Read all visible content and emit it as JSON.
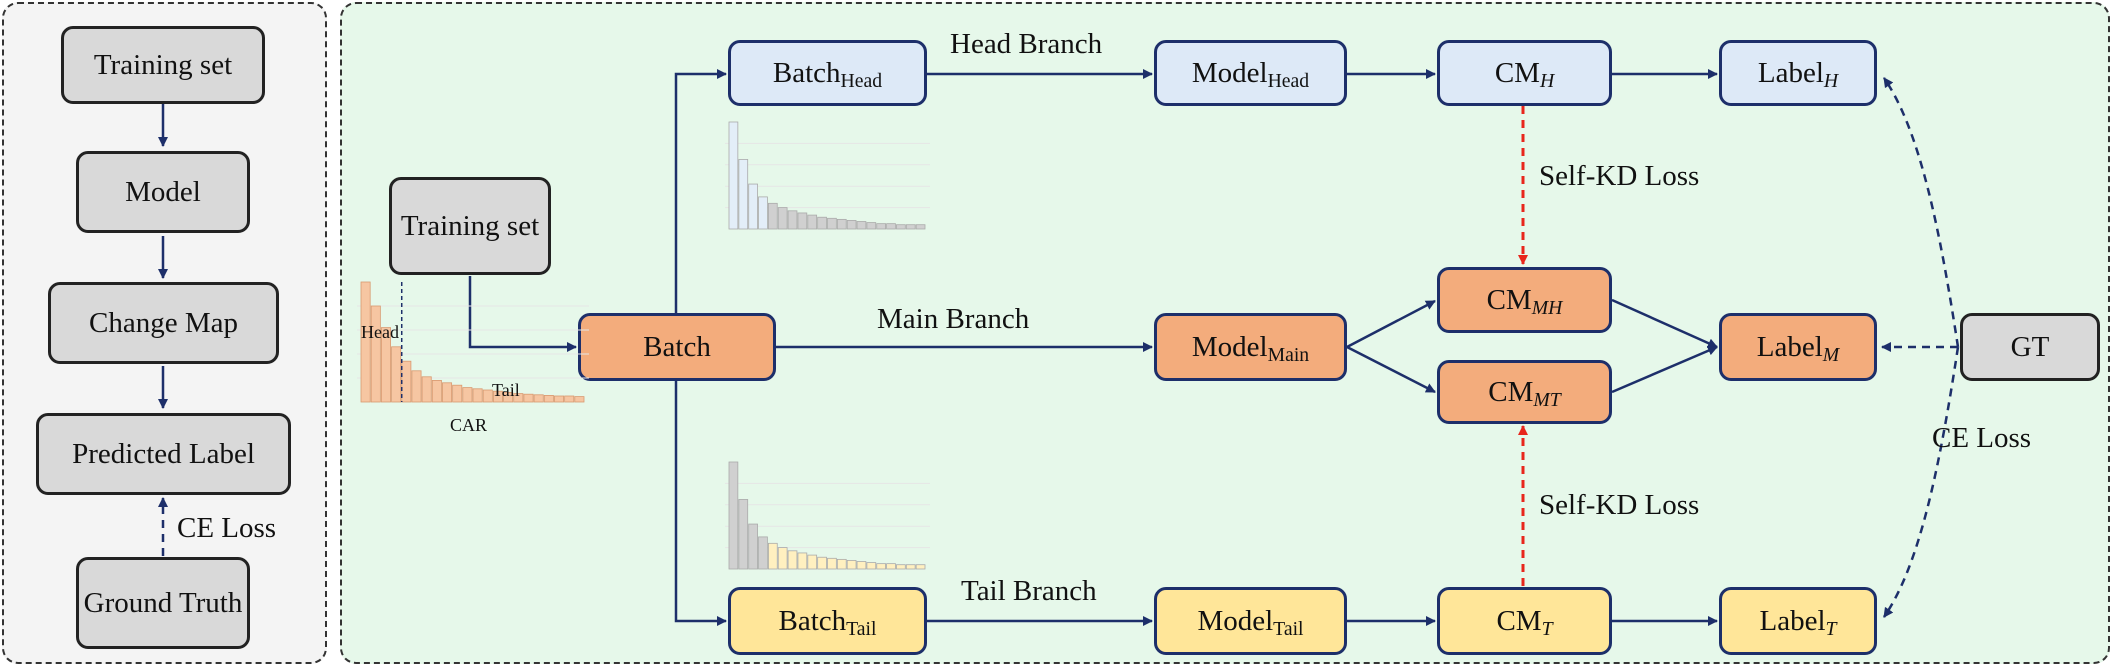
{
  "left_panel": {
    "training_set": "Training set",
    "model": "Model",
    "change_map": "Change Map",
    "predicted_label": "Predicted Label",
    "ground_truth": "Ground Truth",
    "ce_loss": "CE Loss"
  },
  "right_panel": {
    "training_set": "Training set",
    "batch": "Batch",
    "batch_head": {
      "base": "Batch",
      "sub": "Head"
    },
    "batch_tail": {
      "base": "Batch",
      "sub": "Tail"
    },
    "model_head": {
      "base": "Model",
      "sub": "Head"
    },
    "model_main": {
      "base": "Model",
      "sub": "Main"
    },
    "model_tail": {
      "base": "Model",
      "sub": "Tail"
    },
    "cm_h": {
      "base": "CM",
      "sub": "H"
    },
    "cm_mh": {
      "base": "CM",
      "sub": "MH"
    },
    "cm_mt": {
      "base": "CM",
      "sub": "MT"
    },
    "cm_t": {
      "base": "CM",
      "sub": "T"
    },
    "label_h": {
      "base": "Label",
      "sub": "H"
    },
    "label_m": {
      "base": "Label",
      "sub": "M"
    },
    "label_t": {
      "base": "Label",
      "sub": "T"
    },
    "gt": "GT",
    "head_branch": "Head Branch",
    "main_branch": "Main Branch",
    "tail_branch": "Tail Branch",
    "self_kd_loss_top": "Self-KD Loss",
    "self_kd_loss_bottom": "Self-KD Loss",
    "ce_loss": "CE Loss",
    "car_label": "CAR",
    "car_head": "Head",
    "car_tail": "Tail"
  },
  "chart_data": [
    {
      "type": "bar",
      "caption": "CAR",
      "annotations": [
        "Head",
        "Tail"
      ],
      "head_count": 4,
      "values": [
        100,
        80,
        62,
        46,
        34,
        26,
        21,
        18,
        16,
        14,
        12,
        11,
        10,
        9,
        8,
        7,
        6.5,
        6,
        5.5,
        5,
        5,
        4.5
      ],
      "colors": {
        "bar": "#f6c6a2",
        "edge": "#d99a70"
      }
    },
    {
      "type": "bar",
      "values": [
        100,
        65,
        42,
        30,
        24,
        20,
        17,
        15,
        13,
        11,
        10,
        9,
        8,
        7,
        6,
        5,
        5,
        4,
        4,
        4
      ],
      "highlight_first": 4,
      "colors": {
        "highlight": "#e3eef8",
        "rest": "#d0d0d0"
      }
    },
    {
      "type": "bar",
      "values": [
        100,
        65,
        42,
        30,
        24,
        20,
        17,
        15,
        13,
        11,
        10,
        9,
        8,
        7,
        6,
        5,
        5,
        4,
        4,
        4
      ],
      "highlight_first": 4,
      "colors": {
        "highlight": "#d0d0d0",
        "rest": "#fff0c0"
      }
    }
  ],
  "colors": {
    "arrow": "#1d2f6a",
    "kd_arrow": "#e8261c",
    "gray_node": "#d9d9d9",
    "blue_node": "#dde9f7",
    "orange_node": "#f3ac7c",
    "yellow_node": "#ffe699"
  }
}
